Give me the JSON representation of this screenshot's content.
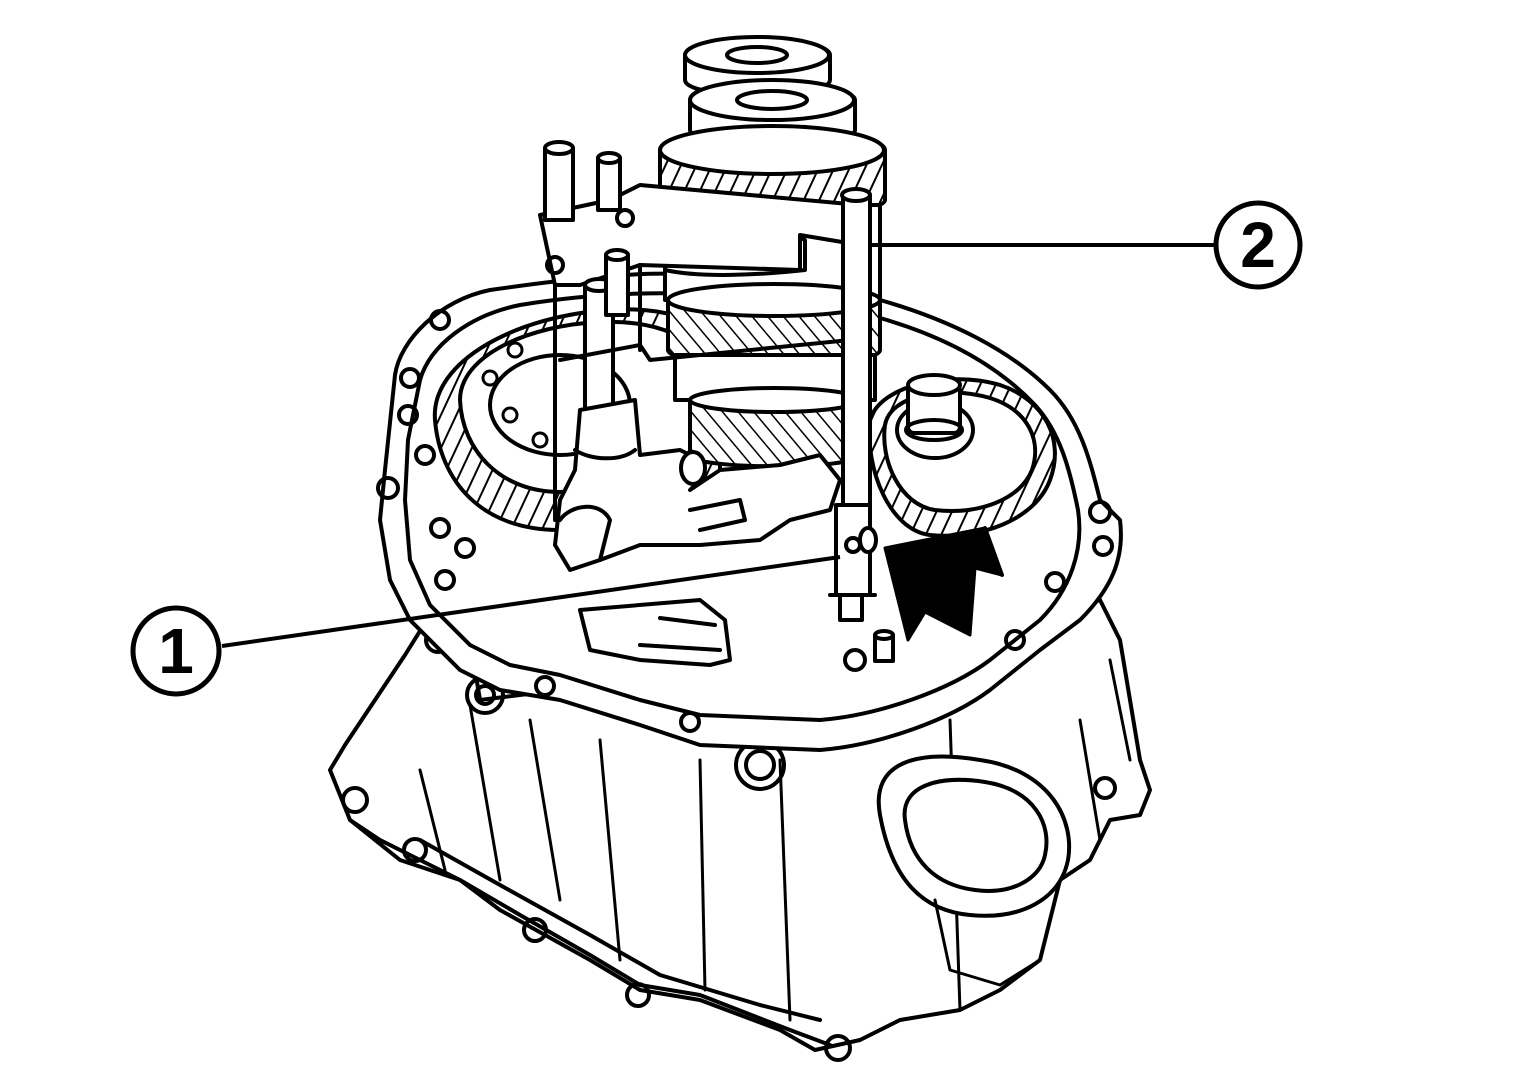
{
  "callouts": [
    {
      "label": "1",
      "part": "part-1"
    },
    {
      "label": "2",
      "part": "part-2"
    }
  ],
  "colors": {
    "line": "#000000",
    "background": "#ffffff"
  },
  "arrow": {
    "icon": "direction-arrow-icon",
    "color": "#000000"
  }
}
